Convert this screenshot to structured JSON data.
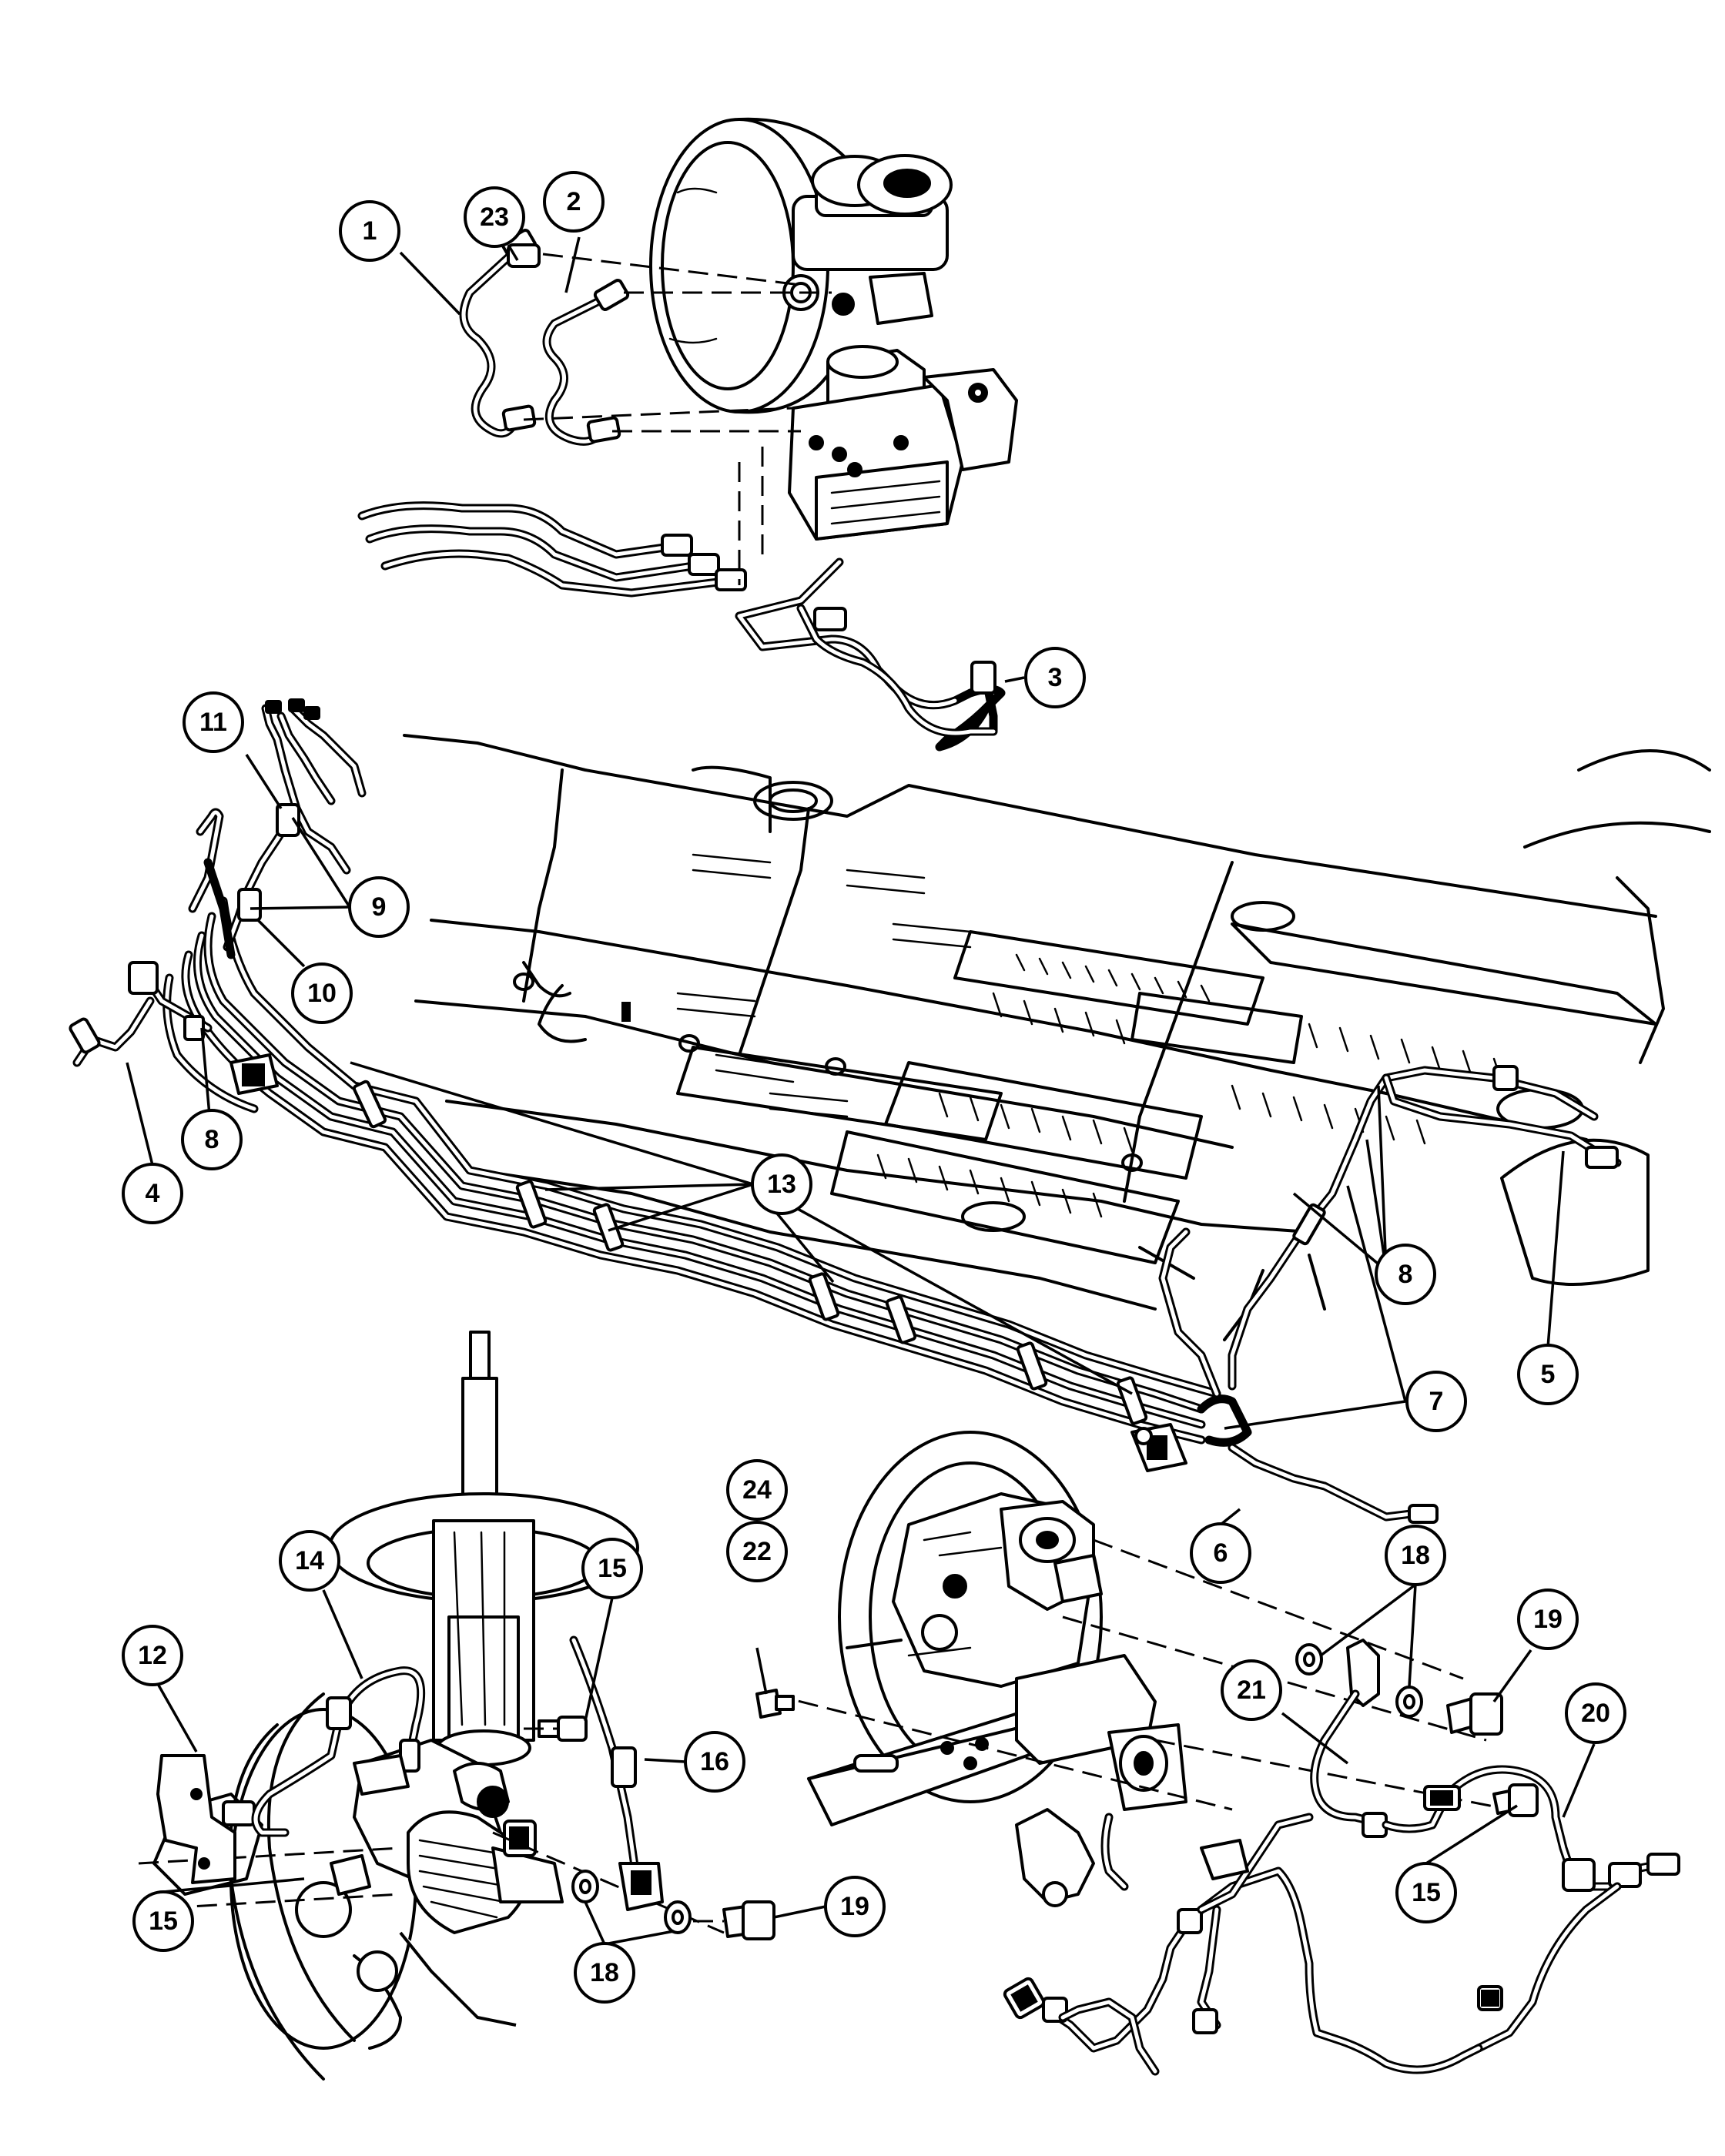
{
  "callouts": {
    "c1": "1",
    "c23": "23",
    "c2": "2",
    "c3": "3",
    "c11": "11",
    "c9": "9",
    "c10": "10",
    "c8a": "8",
    "c4": "4",
    "c13": "13",
    "c8b": "8",
    "c5": "5",
    "c7": "7",
    "c6": "6",
    "c24": "24",
    "c22": "22",
    "c14": "14",
    "c15a": "15",
    "c12": "12",
    "c16": "16",
    "c15b": "15",
    "c18a": "18",
    "c19a": "19",
    "c18b": "18",
    "c19b": "19",
    "c21": "21",
    "c20": "20",
    "c15c": "15"
  }
}
